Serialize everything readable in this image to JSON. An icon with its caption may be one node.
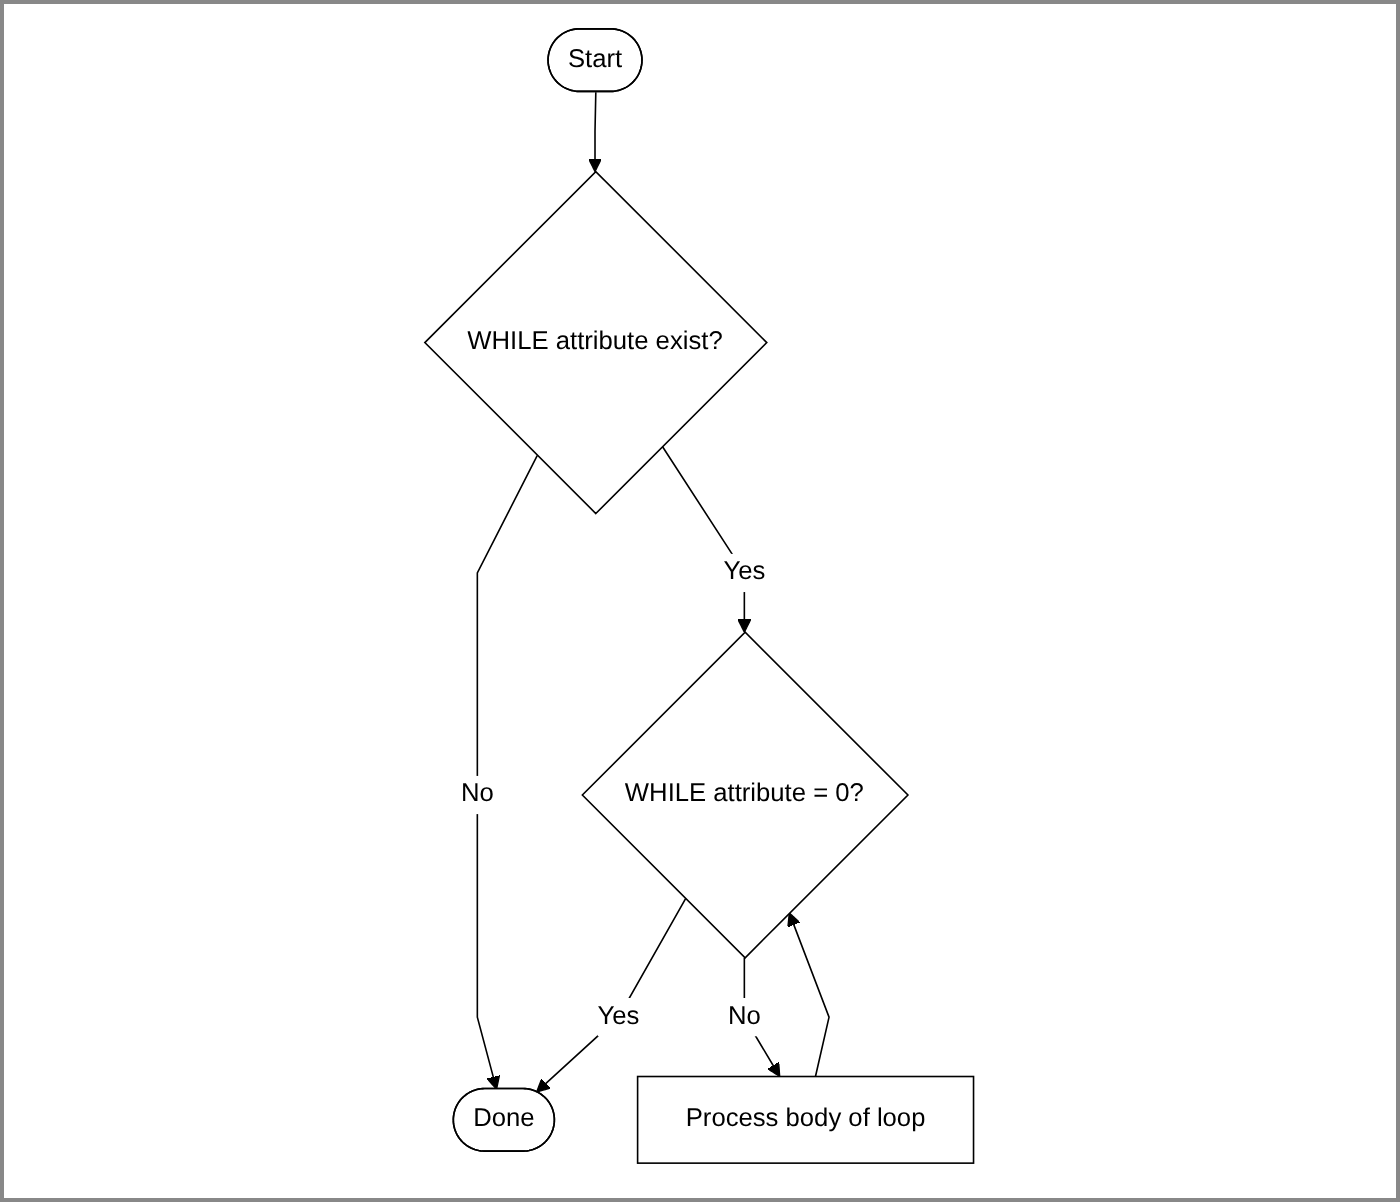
{
  "diagram": {
    "nodes": [
      {
        "text": [
          "Start"
        ]
      },
      {
        "text": [
          "WHILE attribute exist?"
        ]
      },
      {
        "text": [
          "WHILE attribute = 0?"
        ]
      },
      {
        "text": [
          "Done"
        ]
      },
      {
        "text": [
          "Process body of loop"
        ]
      }
    ],
    "edges": [
      {
        "from": 0,
        "to": 1,
        "arrow": "to"
      },
      {
        "from": 1,
        "to": 2,
        "label": "Yes",
        "arrow": "to"
      },
      {
        "from": 1,
        "to": 3,
        "label": "No",
        "arrow": "to"
      },
      {
        "from": 2,
        "to": 3,
        "label": "Yes",
        "arrow": "to"
      },
      {
        "from": 2,
        "to": 4,
        "label": "No",
        "arrow": "to"
      },
      {
        "from": 4,
        "to": 2,
        "arrow": "to"
      }
    ]
  }
}
